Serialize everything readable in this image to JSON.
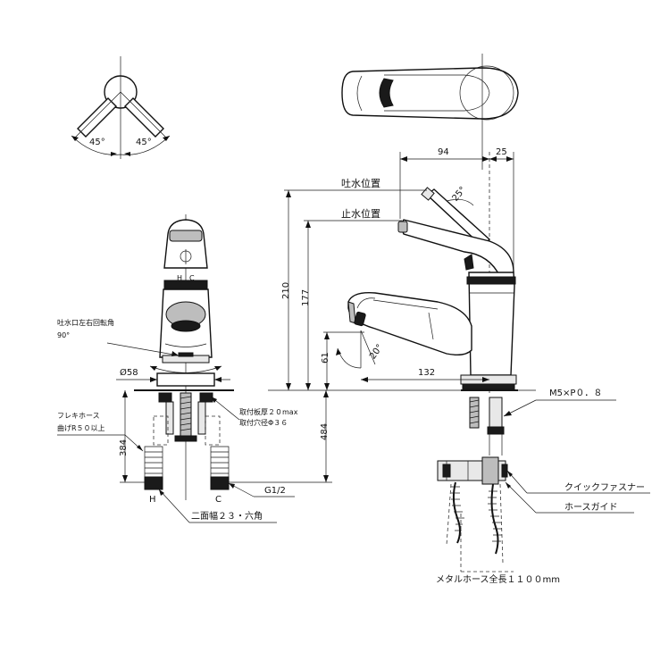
{
  "top_view": {
    "angle_left": "45°",
    "angle_right": "45°"
  },
  "side_view": {
    "label_spout_open": "吐水位置",
    "label_spout_closed": "止水位置",
    "dim_width_94": "94",
    "dim_width_25": "25",
    "dim_angle_25": "25°",
    "dim_height_210": "210",
    "dim_height_177": "177",
    "dim_height_61": "61",
    "dim_angle_20": "20°",
    "dim_reach_132": "132",
    "dim_hose_484": "484",
    "label_thread": "M5×P０．８",
    "label_quick_fastener": "クイックファスナー",
    "label_hose_guide": "ホースガイド",
    "label_metal_hose": "メタルホース全長１１００mm"
  },
  "front_view": {
    "label_spout_rotation_line1": "吐水口左右回転角",
    "label_spout_rotation_line2": "90°",
    "dim_diameter": "Ø58",
    "label_mount_plate": "取付板厚２０max",
    "label_mount_hole": "取付穴径Φ３６",
    "label_flex_hose_line1": "フレキホース",
    "label_flex_hose_line2": "曲げR５０以上",
    "dim_384": "384",
    "mark_hot": "H",
    "mark_cold": "C",
    "label_g12": "G1/2",
    "label_hex": "二面幅２３・六角"
  }
}
